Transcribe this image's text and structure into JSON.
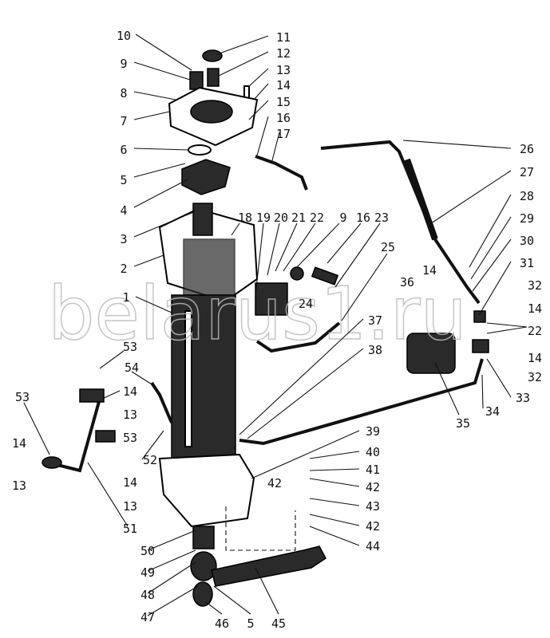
{
  "watermark": "belarus1.ru",
  "callouts": {
    "top": [
      "10",
      "11",
      "9",
      "12",
      "13",
      "8",
      "14",
      "7",
      "15",
      "16",
      "6",
      "17",
      "5",
      "4",
      "3",
      "2",
      "1"
    ],
    "middle_row": [
      "18",
      "19",
      "20",
      "21",
      "22",
      "9",
      "16",
      "23",
      "25",
      "24"
    ],
    "right": [
      "26",
      "27",
      "28",
      "29",
      "30",
      "31",
      "36",
      "14",
      "32",
      "14",
      "22",
      "14",
      "32",
      "33",
      "34",
      "35"
    ],
    "center": [
      "37",
      "38",
      "39",
      "40",
      "41",
      "42",
      "43",
      "42",
      "44",
      "42"
    ],
    "lower_left": [
      "53",
      "54",
      "14",
      "13",
      "53",
      "52",
      "14",
      "13",
      "51",
      "50",
      "49",
      "48",
      "47",
      "46",
      "5",
      "45"
    ],
    "far_left": [
      "53",
      "14",
      "13"
    ]
  }
}
